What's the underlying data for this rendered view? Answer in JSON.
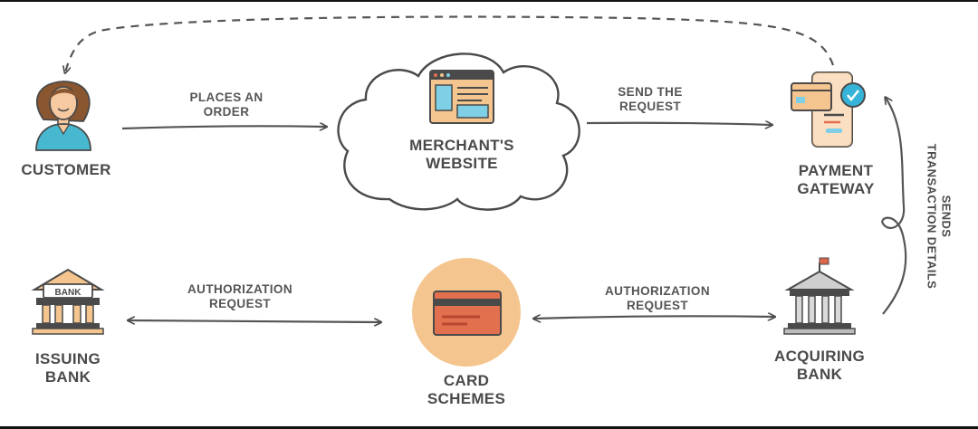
{
  "nodes": {
    "customer": "CUSTOMER",
    "merchant": [
      "MERCHANT'S",
      "WEBSITE"
    ],
    "gateway": [
      "PAYMENT",
      "GATEWAY"
    ],
    "issuing": [
      "ISSUING",
      "BANK"
    ],
    "card": [
      "CARD",
      "SCHEMES"
    ],
    "acquiring": [
      "ACQUIRING",
      "BANK"
    ]
  },
  "edges": {
    "places_order": [
      "PLACES AN",
      "ORDER"
    ],
    "send_request": [
      "SEND THE",
      "REQUEST"
    ],
    "sends_details": [
      "SENDS",
      "TRANSACTION DETAILS"
    ],
    "auth_left": [
      "AUTHORIZATION",
      "REQUEST"
    ],
    "auth_right": [
      "AUTHORIZATION",
      "REQUEST"
    ]
  },
  "icons": {
    "bank_sign": "BANK"
  },
  "colors": {
    "outline": "#4a4a4a",
    "peach": "#f5c58f",
    "card_red": "#e2704f",
    "screen_blue": "#7fd0e6",
    "check_teal": "#36b3d9",
    "hair": "#8a5630",
    "skin": "#f6c9a0",
    "shirt": "#48b7d0",
    "flag": "#e0664b"
  }
}
